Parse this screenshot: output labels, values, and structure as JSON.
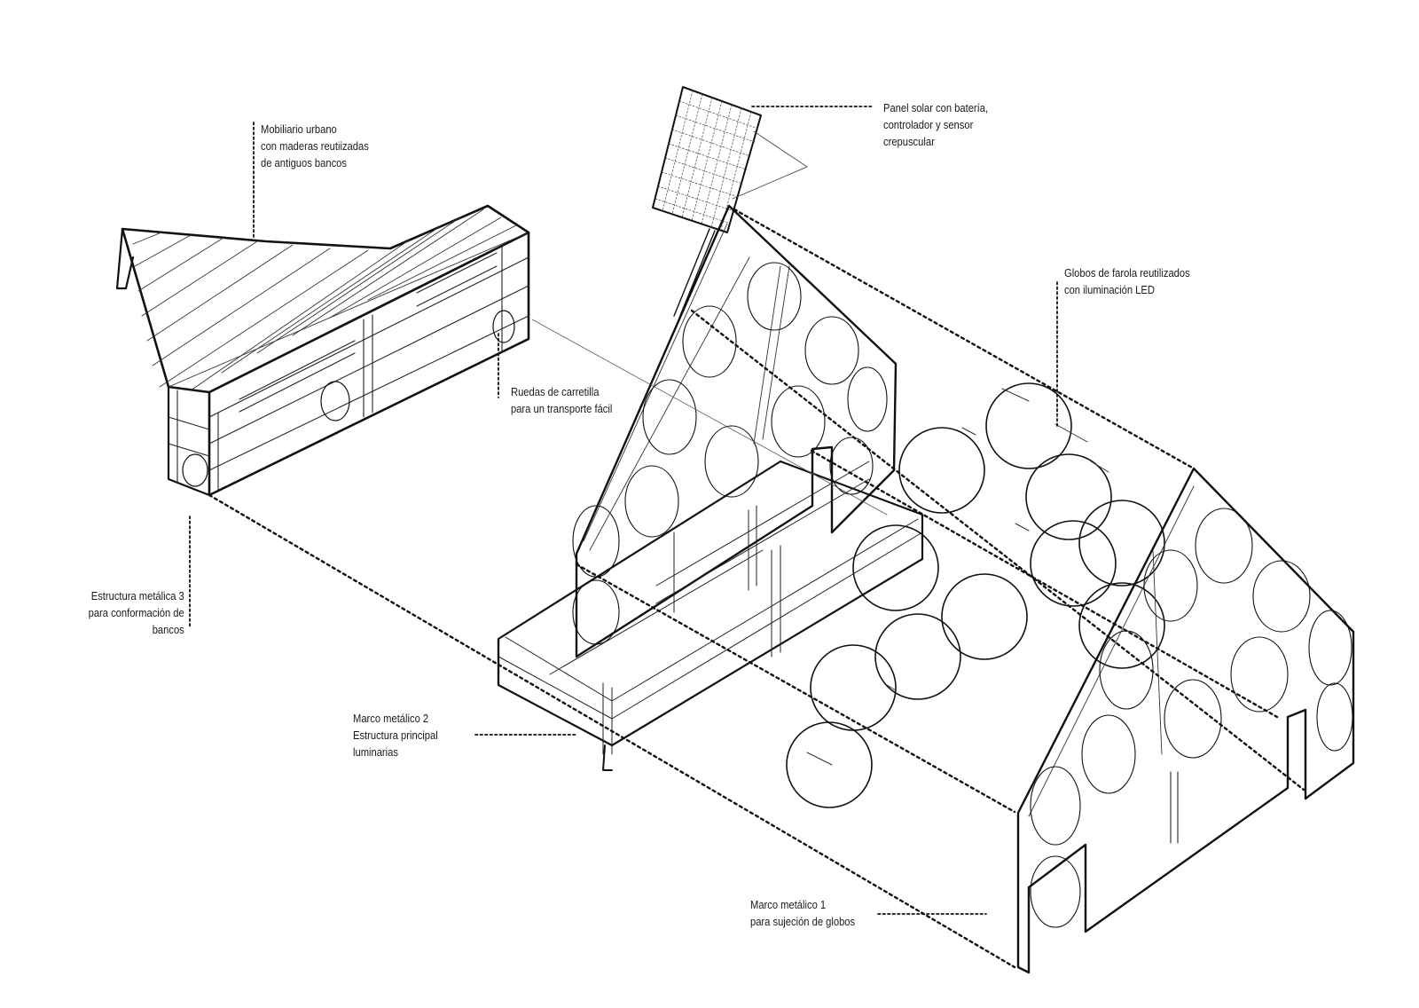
{
  "labels": {
    "mobiliario": [
      "Mobiliario urbano",
      "con maderas reutiizadas",
      "de antiguos bancos"
    ],
    "panel": [
      "Panel solar con batería,",
      "controlador y  sensor",
      "crepuscular"
    ],
    "globos": [
      "Globos de farola reutilizados",
      "con iluminación LED"
    ],
    "ruedas": [
      "Ruedas de carretilla",
      "para un transporte fácil"
    ],
    "estructura3": [
      "Estructura metálica 3",
      "para conformación de",
      "bancos"
    ],
    "marco2": [
      "Marco metálico 2",
      "Estructura principal",
      "luminarias"
    ],
    "marco1": [
      "Marco metálico 1",
      "para sujeción de globos"
    ]
  },
  "colors": {
    "line": "#111111",
    "light": "#444444",
    "background": "#ffffff"
  }
}
